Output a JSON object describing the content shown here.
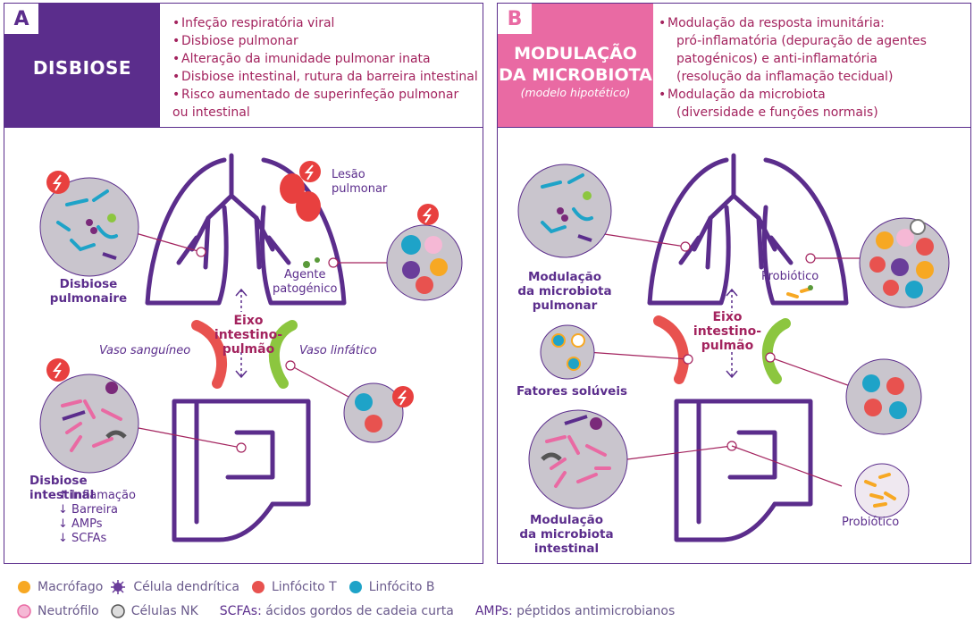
{
  "panel_a": {
    "letter": "A",
    "title": "DISBIOSE",
    "bullets": [
      "Infeção respiratória viral",
      "Disbiose pulmonar",
      "Alteração da imunidade pulmonar inata",
      "Disbiose intestinal, rutura da barreira intestinal",
      "Risco aumentado de superinfeção pulmonar",
      "ou intestinal"
    ],
    "lung_label_1": "Disbiose",
    "lung_label_2": "pulmonaire",
    "lesion_label_1": "Lesão",
    "lesion_label_2": "pulmonar",
    "agent_label_1": "Agente",
    "agent_label_2": "patogénico",
    "axis_label_1": "Eixo intestino-",
    "axis_label_2": "pulmão",
    "blood_vessel": "Vaso sanguíneo",
    "lymph_vessel": "Vaso linfático",
    "gut_title": "Disbiose intestinal",
    "gut_items": [
      "↑ Inflamação",
      "↓ Barreira",
      "↓ AMPs",
      "↓ SCFAs"
    ]
  },
  "panel_b": {
    "letter": "B",
    "title_1": "MODULAÇÃO",
    "title_2": "DA MICROBIOTA",
    "subtitle": "(modelo hipotético)",
    "bullet_1": "Modulação da resposta imunitária:",
    "bullet_1_lines": [
      "pró-inflamatória (depuração de agentes",
      "patogénicos) e anti-inflamatória",
      "(resolução da inflamação tecidual)"
    ],
    "bullet_2": "Modulação da microbiota",
    "bullet_2_lines": [
      "(diversidade e funções normais)"
    ],
    "lung_label": [
      "Modulação",
      "da microbiota",
      "pulmonar"
    ],
    "probiotic_lung": "Probiótico",
    "axis_label_1": "Eixo intestino-",
    "axis_label_2": "pulmão",
    "soluble": "Fatores solúveis",
    "gut_label": [
      "Modulação",
      "da microbiota",
      "intestinal"
    ],
    "probiotic_gut": "Probiótico"
  },
  "legend": {
    "macrophage": "Macrófago",
    "dendritic": "Célula dendrítica",
    "t_lymph": "Linfócito T",
    "b_lymph": "Linfócito B",
    "neutrophil": "Neutrófilo",
    "nk": "Células NK",
    "scfa_key": "SCFAs:",
    "scfa_val": "ácidos gordos de cadeia curta",
    "amp_key": "AMPs:",
    "amp_val": "péptidos antimicrobianos"
  },
  "colors": {
    "purple": "#5b2d8c",
    "pink": "#e96aa3",
    "magenta_text": "#a3235e",
    "red_vessel": "#e8524f",
    "green_vessel": "#8cc63f",
    "macrophage": "#f7a823",
    "t_cell": "#e8524f",
    "b_cell": "#1ea3c8",
    "circle_bg": "#c9c5cd"
  }
}
